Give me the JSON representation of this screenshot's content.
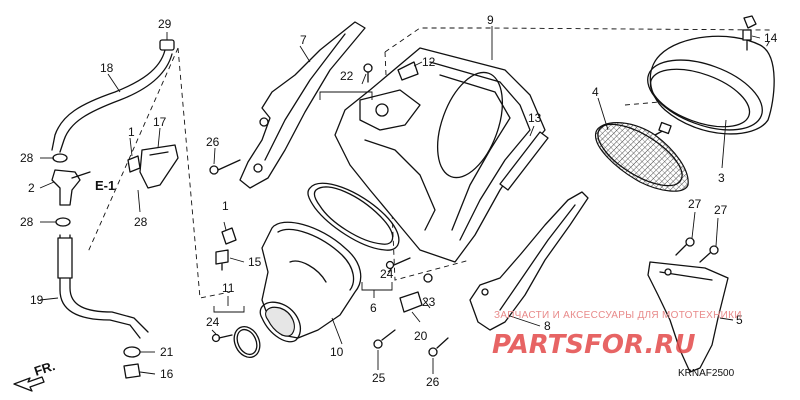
{
  "callouts": {
    "c1a": "1",
    "c1b": "1",
    "c2": "2",
    "c3": "3",
    "c4": "4",
    "c5": "5",
    "c6": "6",
    "c7": "7",
    "c8": "8",
    "c9": "9",
    "c10": "10",
    "c11": "11",
    "c12": "12",
    "c13": "13",
    "c14": "14",
    "c15": "15",
    "c16": "16",
    "c17": "17",
    "c18": "18",
    "c19": "19",
    "c20": "20",
    "c21": "21",
    "c22": "22",
    "c23": "23",
    "c24a": "24",
    "c24b": "24",
    "c25": "25",
    "c26a": "26",
    "c26b": "26",
    "c27a": "27",
    "c27b": "27",
    "c28a": "28",
    "c28b": "28",
    "c28c": "28",
    "c29": "29"
  },
  "reference": "E-1",
  "direction": "FR.",
  "diagram_code": "KRNAF2500",
  "watermark": {
    "text": "ЗАПЧАСТИ И АКСЕССУАРЫ ДЛЯ МОТОТЕХНИКИ",
    "logo": "PARTSFOR.RU"
  }
}
